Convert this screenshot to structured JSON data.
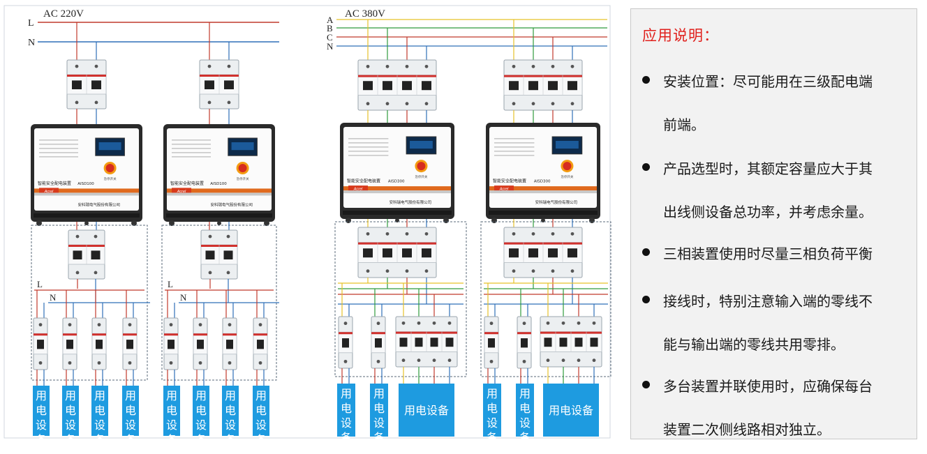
{
  "supplies": {
    "single_phase": {
      "title": "AC 220V",
      "lines": [
        "L",
        "N"
      ]
    },
    "three_phase": {
      "title": "AC 380V",
      "lines": [
        "A",
        "B",
        "C",
        "N"
      ]
    }
  },
  "branch_labels": {
    "live": "L",
    "neutral": "N"
  },
  "devices": {
    "brand": "Acrel",
    "units": [
      {
        "product_name": "智能安全配电装置",
        "model": "AISD100",
        "company": "安科瑞电气股份有限公司",
        "knob_label": "急停开关"
      },
      {
        "product_name": "智能安全配电装置",
        "model": "AISD100",
        "company": "安科瑞电气股份有限公司",
        "knob_label": "急停开关"
      },
      {
        "product_name": "智能安全配电装置",
        "model": "AISD300",
        "company": "安科瑞电气股份有限公司",
        "knob_label": "急停开关"
      },
      {
        "product_name": "智能安全配电装置",
        "model": "AISD300",
        "company": "安科瑞电气股份有限公司",
        "knob_label": "急停开关"
      }
    ]
  },
  "load_label": "用电设备",
  "colors": {
    "live": "#c0392b",
    "neutral": "#2e6fb8",
    "phase_a": "#e6c229",
    "phase_b": "#2e9b3c",
    "phase_c": "#c0392b",
    "load_box": "#1e9be0",
    "title_red": "#e0201c",
    "device_orange": "#e06a1e"
  },
  "notes": {
    "title": "应用说明：",
    "items": [
      {
        "lines": [
          "安装位置：尽可能用在三级配电端",
          "前端。"
        ]
      },
      {
        "lines": [
          "产品选型时，其额定容量应大于其",
          "出线侧设备总功率，并考虑余量。"
        ]
      },
      {
        "lines": [
          "三相装置使用时尽量三相负荷平衡"
        ]
      },
      {
        "lines": [
          "接线时，特别注意输入端的零线不",
          "能与输出端的零线共用零排。"
        ]
      },
      {
        "lines": [
          "多台装置并联使用时，应确保每台",
          "装置二次侧线路相对独立。"
        ]
      }
    ]
  }
}
